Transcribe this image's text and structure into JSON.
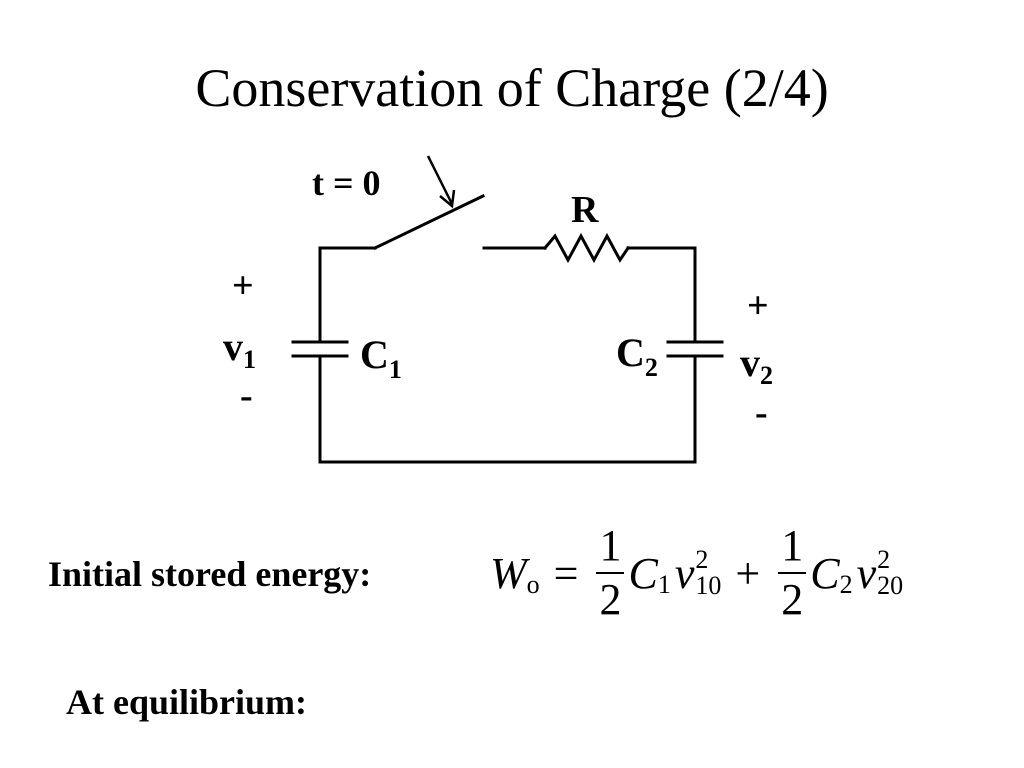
{
  "slide": {
    "title": "Conservation of Charge  (2/4)"
  },
  "circuit": {
    "switch_label": "t = 0",
    "resistor_label": "R",
    "c1": {
      "letter": "C",
      "subscript": "1"
    },
    "c2": {
      "letter": "C",
      "subscript": "2"
    },
    "v1": {
      "letter": "v",
      "subscript": "1",
      "plus": "+",
      "minus": "-"
    },
    "v2": {
      "letter": "v",
      "subscript": "2",
      "plus": "+",
      "minus": "-"
    }
  },
  "energy": {
    "label": "Initial stored energy:",
    "lhs": "W",
    "lhs_sub": "o",
    "equals": "=",
    "plus": "+",
    "frac_num": "1",
    "frac_den": "2",
    "term1_cap": "C",
    "term1_cap_sub": "1",
    "term1_v": "v",
    "term1_v_sup": "2",
    "term1_v_sub": "10",
    "term2_cap": "C",
    "term2_cap_sub": "2",
    "term2_v": "v",
    "term2_v_sup": "2",
    "term2_v_sub": "20"
  },
  "equilibrium": {
    "label": "At equilibrium:"
  }
}
